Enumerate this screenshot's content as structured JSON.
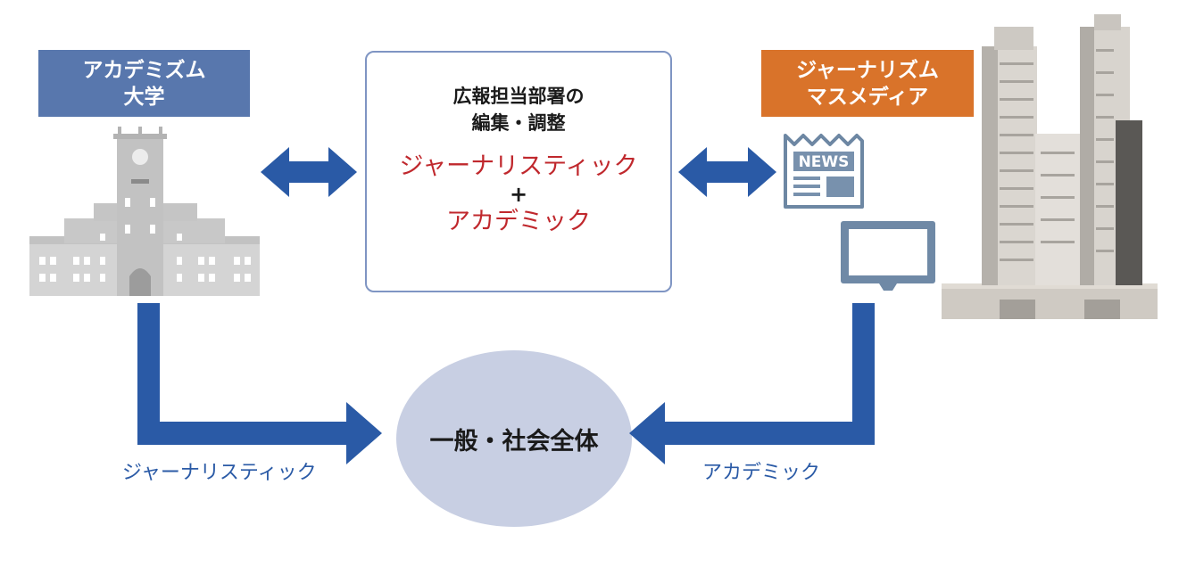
{
  "academism": {
    "line1": "アカデミズム",
    "line2": "大学"
  },
  "journalism": {
    "line1": "ジャーナリズム",
    "line2": "マスメディア"
  },
  "center": {
    "head_line1": "広報担当部署の",
    "head_line2": "編集・調整",
    "red_line1": "ジャーナリスティック",
    "plus": "+",
    "red_line2": "アカデミック"
  },
  "society": "一般・社会全体",
  "flows": {
    "left": "ジャーナリスティック",
    "right": "アカデミック"
  },
  "news_icon_text": "NEWS",
  "colors": {
    "academism_blue": "#5877ad",
    "journalism_orange": "#d9732a",
    "arrow_blue": "#2a5aa6",
    "accent_red": "#c0282d",
    "society_fill": "#c8cfe3"
  }
}
